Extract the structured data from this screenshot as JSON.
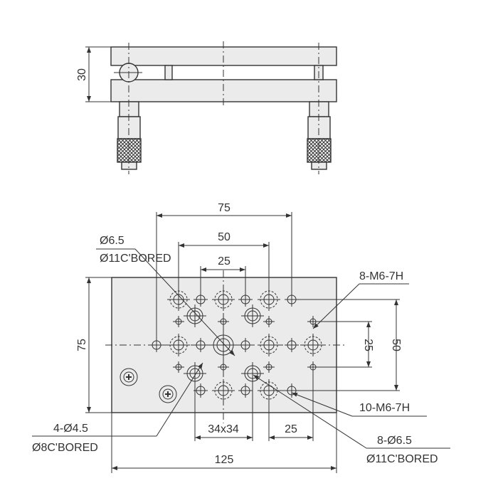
{
  "side_view": {
    "height_dim": "30"
  },
  "top_view": {
    "dim_75_top": "75",
    "dim_50_top": "50",
    "dim_25_top": "25",
    "dim_75_left": "75",
    "dim_50_right": "50",
    "dim_25_right": "25",
    "dim_34x34": "34x34",
    "dim_25_bottom": "25",
    "dim_125": "125"
  },
  "callouts": {
    "center_hole_line1": "Ø6.5",
    "center_hole_line2": "Ø11C'BORED",
    "m6_8": "8-M6-7H",
    "m6_10": "10-M6-7H",
    "holes_4_line1": "4-Ø4.5",
    "holes_4_line2": "Ø8C'BORED",
    "holes_8_line1": "8-Ø6.5",
    "holes_8_line2": "Ø11C'BORED"
  }
}
